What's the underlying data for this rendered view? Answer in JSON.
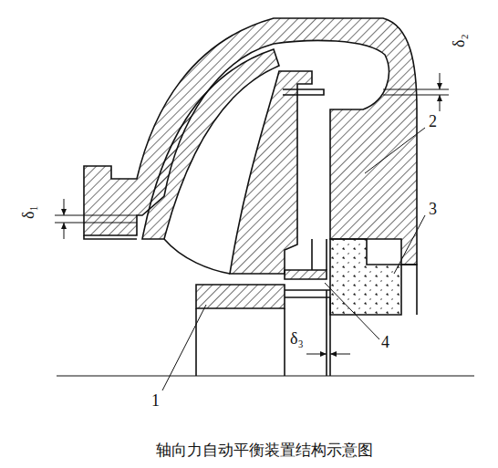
{
  "diagram": {
    "caption": "轴向力自动平衡装置结构示意图",
    "labels": [
      "δ₁",
      "δ₂",
      "δ₃",
      "1",
      "2",
      "3",
      "4"
    ]
  }
}
